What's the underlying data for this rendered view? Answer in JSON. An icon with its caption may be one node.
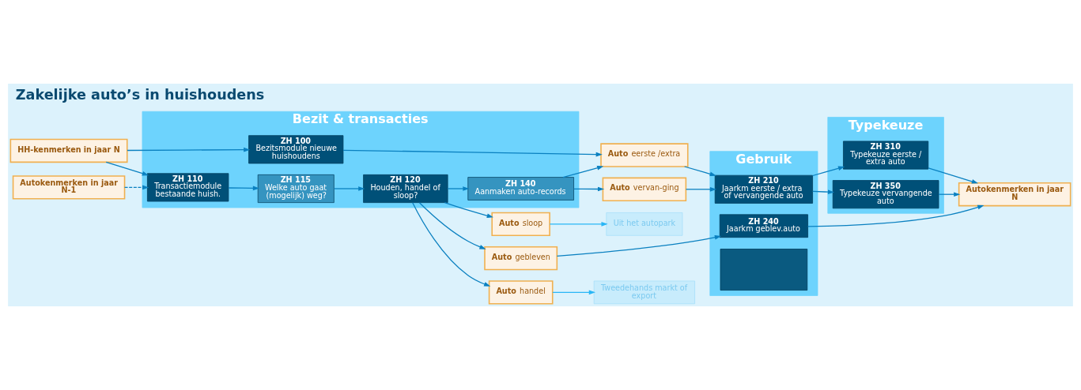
{
  "diagram": {
    "title": "Zakelijke auto’s in huishoudens",
    "nodes": [
      {
        "text": [
          "HH-kenmerken in jaar N"
        ]
      },
      {
        "text": [
          "Autokenmerken in jaar N-1"
        ]
      },
      {
        "text": [
          "Bezit & transacties"
        ]
      },
      {
        "text": [
          "ZH 100",
          "Bezitsmodule nieuwe huishoudens"
        ],
        "in": 2
      },
      {
        "text": [
          "ZH 110",
          "Transactiemodule bestaande huish."
        ],
        "in": 2
      },
      {
        "text": [
          "ZH 115",
          "Welke auto gaat (mogelijk) weg?"
        ],
        "in": 2
      },
      {
        "text": [
          "ZH 120",
          "Houden, handel of sloop?"
        ],
        "in": 2
      },
      {
        "text": [
          "ZH 140",
          "Aanmaken auto-records"
        ],
        "in": 2
      },
      {
        "text": [
          "**Auto** eerste /extra"
        ]
      },
      {
        "text": [
          "**Auto** vervan-ging"
        ]
      },
      {
        "text": [
          "**Auto** gebleven"
        ]
      },
      {
        "text": [
          "**Auto** handel"
        ]
      },
      {
        "text": [
          "**Auto** sloop"
        ]
      },
      {
        "text": [
          "Gebruik"
        ]
      },
      {
        "text": [
          "ZH 210",
          "Jaarkm eerste / extra  of vervangende auto"
        ],
        "in": 13
      },
      {
        "text": [
          "ZH 240",
          "Jaarkm geblev.auto"
        ],
        "in": 13
      },
      {
        "text": [],
        "shape": "box",
        "in": 13
      },
      {
        "text": [
          "Typekeuze"
        ]
      },
      {
        "text": [
          "ZH 310",
          "Typekeuze eerste / extra auto"
        ],
        "in": 17
      },
      {
        "text": [
          "ZH 350",
          "Typekeuze vervangende auto"
        ],
        "in": 17
      },
      {
        "text": [
          "Tweedehands markt of export"
        ]
      },
      {
        "text": [
          "Uit het autopark"
        ]
      },
      {
        "text": [
          "Autokenmerken in jaar N"
        ]
      }
    ],
    "edges": [
      {
        "from": 0,
        "to": 3,
        "arrow": "to"
      },
      {
        "from": 0,
        "to": 4,
        "arrow": "to"
      },
      {
        "from": 1,
        "to": 4,
        "arrow": "to",
        "style": "dashed"
      },
      {
        "from": 4,
        "to": 5,
        "arrow": "to"
      },
      {
        "from": 5,
        "to": 6,
        "arrow": "to"
      },
      {
        "from": 6,
        "to": 7,
        "arrow": "to"
      },
      {
        "from": 3,
        "to": 8,
        "arrow": "to"
      },
      {
        "from": 7,
        "to": 8,
        "arrow": "to"
      },
      {
        "from": 7,
        "to": 9,
        "arrow": "to"
      },
      {
        "from": 6,
        "to": 10,
        "arrow": "to"
      },
      {
        "from": 6,
        "to": 11,
        "arrow": "to"
      },
      {
        "from": 6,
        "to": 12,
        "arrow": "to"
      },
      {
        "from": 8,
        "to": 14,
        "arrow": "to"
      },
      {
        "from": 9,
        "to": 14,
        "arrow": "to"
      },
      {
        "from": 10,
        "to": 15,
        "arrow": "to"
      },
      {
        "from": 11,
        "to": 20,
        "arrow": "to",
        "color": "#29b6f6"
      },
      {
        "from": 12,
        "to": 21,
        "arrow": "to",
        "color": "#29b6f6"
      },
      {
        "from": 14,
        "to": 18,
        "arrow": "to"
      },
      {
        "from": 14,
        "to": 19,
        "arrow": "to"
      },
      {
        "from": 18,
        "to": 22,
        "arrow": "to"
      },
      {
        "from": 19,
        "to": 22,
        "arrow": "to"
      },
      {
        "from": 15,
        "to": 22,
        "arrow": "to"
      }
    ]
  }
}
